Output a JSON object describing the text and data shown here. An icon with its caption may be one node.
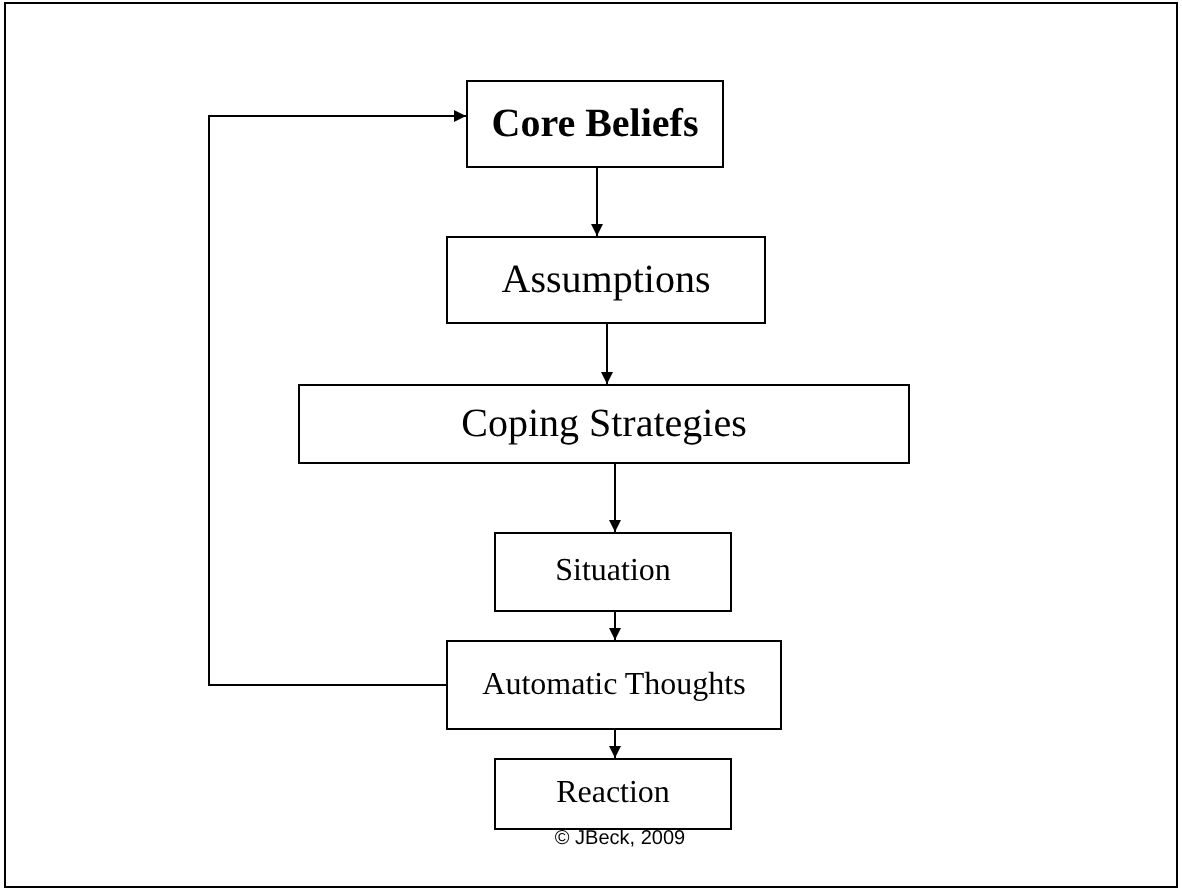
{
  "diagram": {
    "nodes": [
      {
        "text": [
          "Core Beliefs"
        ]
      },
      {
        "text": [
          "Assumptions"
        ]
      },
      {
        "text": [
          "Coping Strategies"
        ]
      },
      {
        "text": [
          "Situation"
        ]
      },
      {
        "text": [
          "Automatic Thoughts"
        ]
      },
      {
        "text": [
          "Reaction"
        ]
      }
    ],
    "edges": [
      {
        "from": 0,
        "to": 1,
        "arrow": "to"
      },
      {
        "from": 1,
        "to": 2,
        "arrow": "to"
      },
      {
        "from": 2,
        "to": 3,
        "arrow": "to"
      },
      {
        "from": 3,
        "to": 4,
        "arrow": "to"
      },
      {
        "from": 4,
        "to": 5,
        "arrow": "to"
      },
      {
        "from": 4,
        "to": 0,
        "arrow": "to"
      }
    ],
    "labels": [
      "© JBeck, 2009"
    ]
  }
}
